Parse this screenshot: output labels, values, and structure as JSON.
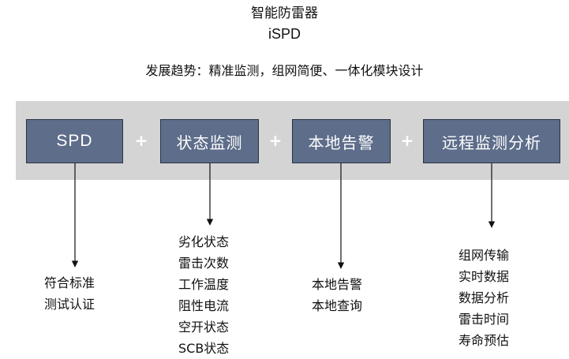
{
  "header": {
    "title": "智能防雷器",
    "subtitle": "iSPD",
    "trend": "发展趋势：精准监测，组网简便、一体化模块设计"
  },
  "boxes": [
    {
      "label": "SPD"
    },
    {
      "label": "状态监测"
    },
    {
      "label": "本地告警"
    },
    {
      "label": "远程监测分析"
    }
  ],
  "plus_symbol": "+",
  "features": {
    "spd": [
      "符合标准",
      "测试认证"
    ],
    "status": [
      "劣化状态",
      "雷击次数",
      "工作温度",
      "阻性电流",
      "空开状态",
      "SCB状态"
    ],
    "alarm": [
      "本地告警",
      "本地查询"
    ],
    "remote": [
      "组网传输",
      "实时数据",
      "数据分析",
      "雷击时间",
      "寿命预估"
    ]
  },
  "colors": {
    "box_fill": "#5d6d8a",
    "band": "#d4d4d4",
    "text": "#111111"
  }
}
